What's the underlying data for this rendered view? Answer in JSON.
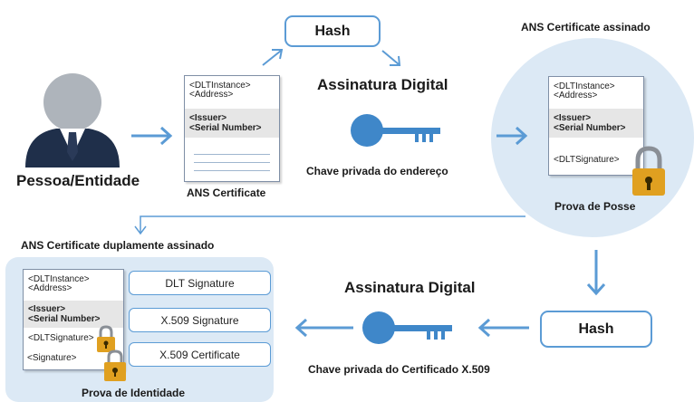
{
  "top": {
    "hash_label": "Hash",
    "signature_title": "Assinatura Digital",
    "key_caption": "Chave privada do endereço",
    "person_label": "Pessoa/Entidade",
    "cert_label": "ANS Certificate",
    "signed_title": "ANS Certificate assinado",
    "proof_label": "Prova de Posse"
  },
  "doc1": {
    "line1": "<DLTInstance>",
    "line2": "<Address>",
    "issuer": "<Issuer>",
    "serial": "<Serial Number>"
  },
  "doc2": {
    "line1": "<DLTInstance>",
    "line2": "<Address>",
    "issuer": "<Issuer>",
    "serial": "<Serial Number>",
    "sig": "<DLTSignature>"
  },
  "bottom": {
    "title": "ANS Certificate duplamente assinado",
    "hash_label": "Hash",
    "signature_title": "Assinatura Digital",
    "key_caption": "Chave privada do Certificado X.509",
    "proof_label": "Prova de Identidade",
    "pill1": "DLT Signature",
    "pill2": "X.509 Signature",
    "pill3": "X.509 Certificate"
  },
  "doc3": {
    "line1": "<DLTInstance>",
    "line2": "<Address>",
    "issuer": "<Issuer>",
    "serial": "<Serial Number>",
    "sig": "<DLTSignature>",
    "signature": "<Signature>"
  },
  "colors": {
    "accent": "#5b9bd5",
    "circle_fill": "#dce9f5",
    "panel_fill": "#dce9f5",
    "lock_gold": "#e0a020",
    "person_head": "#aeb4bb",
    "person_suit": "#1f2f4a"
  }
}
